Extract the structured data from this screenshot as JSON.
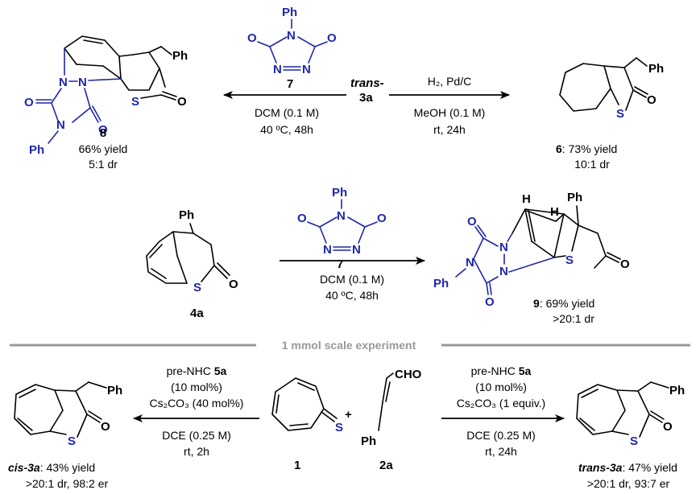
{
  "colors": {
    "reagent_blue": "#1f27a8",
    "divider_gray": "#999999"
  },
  "atoms": {
    "ph": "Ph",
    "n": "N",
    "o": "O",
    "s": "S",
    "h": "H",
    "cho": "CHO"
  },
  "row1": {
    "reagent_label": "7",
    "start_top": "trans-",
    "start_bottom": "3a",
    "left_arrow": {
      "cond1": "DCM (0.1 M)",
      "cond2": "40 ºC, 48h"
    },
    "right_arrow": {
      "cond_top": "H₂, Pd/C",
      "cond1": "MeOH (0.1 M)",
      "cond2": "rt, 24h"
    },
    "product8": {
      "num": "8",
      "yield": "66% yield",
      "dr": "5:1 dr"
    },
    "product6": {
      "num": "6",
      "yield": ": 73% yield",
      "dr": "10:1 dr"
    }
  },
  "row2": {
    "substrate": "4a",
    "reagent_label": "7",
    "cond1": "DCM (0.1 M)",
    "cond2": "40 ºC, 48h",
    "product9": {
      "num": "9",
      "yield": ": 69% yield",
      "dr": ">20:1 dr"
    }
  },
  "section_title": "1 mmol scale experiment",
  "row3": {
    "left": {
      "cat": "pre-NHC ",
      "cat_num": "5a",
      "cat_load": "(10 mol%)",
      "base": "Cs₂CO₃ (40 mol%)",
      "solvent": "DCE (0.25 M)",
      "time": "rt, 2h"
    },
    "right": {
      "cat": "pre-NHC ",
      "cat_num": "5a",
      "cat_load": "(10 mol%)",
      "base": "Cs₂CO₃ (1 equiv.)",
      "solvent": "DCE (0.25 M)",
      "time": "rt, 24h"
    },
    "reactant1": "1",
    "plus": "+",
    "reactant2": "2a",
    "cis": {
      "name": "cis-3a",
      "yield": ": 43% yield",
      "selectivity": ">20:1 dr, 98:2 er"
    },
    "trans": {
      "name": "trans-3a",
      "yield": ": 47% yield",
      "selectivity": ">20:1 dr, 93:7 er"
    }
  }
}
